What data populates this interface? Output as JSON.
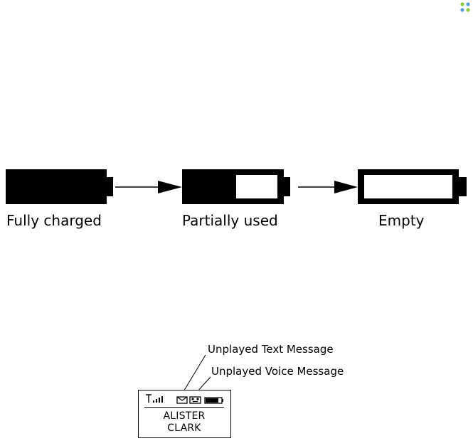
{
  "brand": {
    "dot_colors": [
      "#8cc63f",
      "#5aa0d8",
      "#5aa0d8",
      "#8cc63f"
    ]
  },
  "battery_states": [
    {
      "label": "Fully charged",
      "fill_fraction": 1.0
    },
    {
      "label": "Partially used",
      "fill_fraction": 0.55
    },
    {
      "label": "Empty",
      "fill_fraction": 0.0
    }
  ],
  "phone_display": {
    "callouts": {
      "text_message": "Unplayed Text Message",
      "voice_message": "Unplayed Voice Message"
    },
    "status_icons": [
      "antenna-signal-icon",
      "envelope-icon",
      "voicemail-icon",
      "battery-icon"
    ],
    "caller_line_1": "ALISTER",
    "caller_line_2": "CLARK"
  }
}
